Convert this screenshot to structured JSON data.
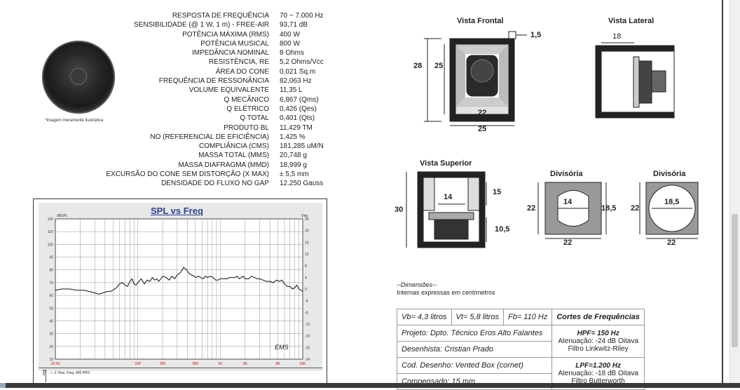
{
  "specs": {
    "labels": [
      "RESPOSTA DE FREQUÊNCIA",
      "SENSIBILIDADE (@ 1 W, 1 m) - FREE-AIR",
      "POTÊNCIA MÁXIMA (RMS)",
      "POTÊNCIA MUSICAL",
      "IMPEDÂNCIA NOMINAL",
      "RESISTÊNCIA, RE",
      "ÁREA DO CONE",
      "FREQUÊNCIA DE RESSONÂNCIA",
      "VOLUME EQUIVALENTE",
      "Q MECÂNICO",
      "Q ELÉTRICO",
      "Q TOTAL",
      "PRODUTO BL",
      "NO (REFERENCIAL DE EFICIÊNCIA)",
      "COMPLIÂNCIA (CMS)",
      "MASSA TOTAL (MMS)",
      "MASSA DIAFRAGMA (MMD)",
      "EXCURSÃO DO CONE SEM DISTORÇÃO (X MAX)",
      "DENSIDADE DO FLUXO NO GAP"
    ],
    "values": [
      "70 ~ 7.000 Hz",
      "93,71 dB",
      "400 W",
      "800 W",
      "8 Ohms",
      "5,2 Ohms/Vcc",
      "0,021 Sq.m",
      "82,063 Hz",
      "11,35 L",
      "6,867 (Qms)",
      "0,426 (Qes)",
      "0,401 (Qts)",
      "11,429 TM",
      "1,425 %",
      "181,285 uM/N",
      "20,748 g",
      "18,999 g",
      "± 5,5 mm",
      "12.250 Gauss"
    ]
  },
  "image_caption": "*Imagem meramente ilustrativa",
  "chart": {
    "title": "SPL vs Freq",
    "left_unit": "dBSPL",
    "right_unit": "Deg",
    "y_left": [
      "120",
      "110",
      "100",
      "90",
      "80",
      "70",
      "60",
      "50",
      "40",
      "30",
      "20",
      "10"
    ],
    "y_right": [
      "24",
      "20",
      "16",
      "12",
      "8",
      "4",
      "0",
      "-4",
      "-8",
      "-12",
      "-16",
      "-20",
      "-24"
    ],
    "x_ticks": [
      "10 Hz",
      "100",
      "200",
      "500",
      "1K",
      "2K",
      "5K",
      "10K"
    ],
    "legend_left": "Mar",
    "legend_text": "— Z: Res. Freq. 400 PRO",
    "signature": "EMS"
  },
  "chart_data": {
    "type": "line",
    "title": "SPL vs Freq",
    "xlabel": "",
    "ylabel": "dBSPL",
    "ylim": [
      10,
      120
    ],
    "x": [
      10,
      12,
      15,
      18,
      22,
      26,
      30,
      34,
      38,
      42,
      46,
      50,
      55,
      60,
      65,
      70,
      75,
      80,
      85,
      90,
      95,
      100,
      110,
      120,
      130,
      140,
      150,
      160,
      170,
      180,
      190,
      200,
      220,
      240,
      260,
      280,
      300,
      330,
      360,
      390,
      420,
      450,
      480,
      510,
      540,
      580,
      620,
      660,
      700,
      760,
      820,
      880,
      940,
      1000,
      1100,
      1200,
      1300,
      1400,
      1500,
      1600,
      1700,
      1800,
      1900,
      2000,
      2200,
      2400,
      2600,
      2800,
      3000,
      3300,
      3600,
      4000,
      4400,
      4800,
      5200,
      5600,
      6000,
      6500,
      7000,
      7500,
      8000,
      8500,
      9000,
      10000
    ],
    "series": [
      {
        "values": [
          64,
          65,
          65,
          64,
          64,
          63,
          62,
          61,
          62,
          63,
          63,
          64,
          66,
          69,
          70,
          68,
          67,
          71,
          73,
          69,
          68,
          70,
          73,
          69,
          72,
          71,
          74,
          72,
          73,
          71,
          73,
          75,
          74,
          72,
          75,
          73,
          76,
          78,
          82,
          80,
          77,
          76,
          75,
          74,
          75,
          74,
          73,
          75,
          74,
          75,
          74,
          72,
          72,
          73,
          73,
          73,
          74,
          74,
          74,
          75,
          73,
          74,
          75,
          73,
          73,
          75,
          74,
          73,
          73,
          72,
          71,
          71,
          70,
          72,
          71,
          72,
          69,
          67,
          67,
          65,
          66,
          68,
          65,
          63
        ]
      }
    ]
  },
  "views": {
    "frontal": "Vista Frontal",
    "lateral": "Vista Lateral",
    "superior": "Vista Superior",
    "divisoria1": "Divisória",
    "divisoria2": "Divisória"
  },
  "dimensions_text": {
    "title": "--Dimensões--",
    "subtitle": "Internas expressas em centímetros"
  },
  "dims": {
    "f_15": "1,5",
    "f_28": "28",
    "f_25v": "25",
    "f_22": "22",
    "f_25h": "25",
    "l_18": "18",
    "s_30": "30",
    "s_14": "14",
    "s_15": "15",
    "s_105": "10,5",
    "d1_22v": "22",
    "d1_14": "14",
    "d1_185": "18,5",
    "d1_22h": "22",
    "d2_22v": "22",
    "d2_185": "18,5",
    "d2_22h": "22"
  },
  "table": {
    "vb": "Vb= 4,3 litros",
    "vt": "Vt= 5,8 litros",
    "fb": "Fb= 110 Hz",
    "cortes": "Cortes de Frequências",
    "projeto": "Projeto: Dpto. Técnico Eros Alto Falantes",
    "desenhista": "Desenhista: Cristian Prado",
    "cod": "Cod. Desenho: Vented Box (cornet)",
    "compensado": "Compensado: 15 mm",
    "hpf": "HPF= 150 Hz",
    "hpf_att": "Atenuação: -24 dB Oitava",
    "hpf_filter": "Filtro Linkwitz-Riley",
    "lpf": "LPF=1.200 Hz",
    "lpf_att": "Atenuação: -18 dB Oitava",
    "lpf_filter": "Filtro Butterworth"
  }
}
